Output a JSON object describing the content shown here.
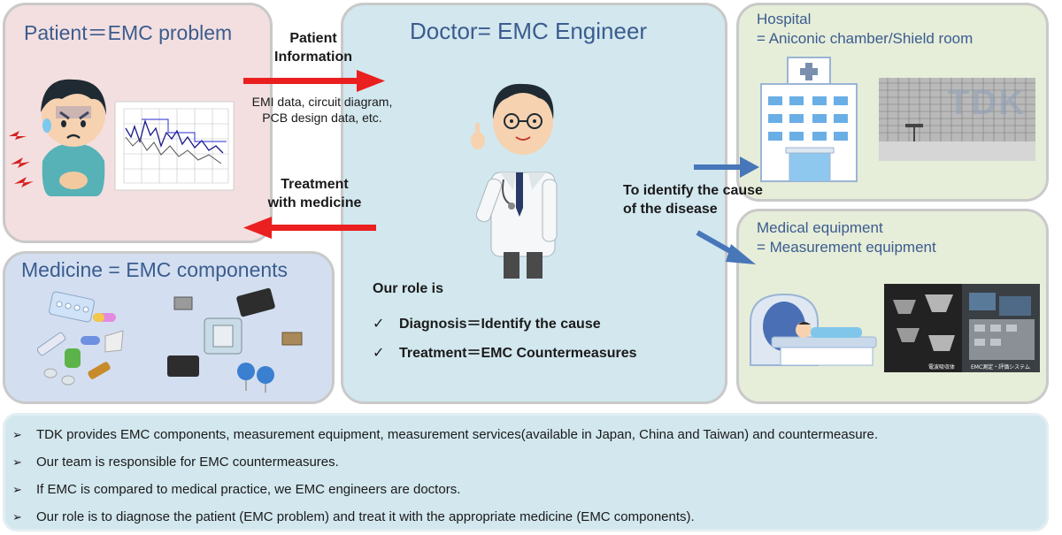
{
  "patient_panel": {
    "title": "Patient＝EMC problem"
  },
  "doctor_panel": {
    "title": "Doctor= EMC Engineer",
    "role_heading": "Our role is",
    "checklist": [
      {
        "mark": "✓",
        "text": "Diagnosis＝Identify the cause"
      },
      {
        "mark": "✓",
        "text": "Treatment＝EMC Countermeasures"
      }
    ]
  },
  "hospital_panel": {
    "title_line1": "Hospital",
    "title_line2": "= Aniconic chamber/Shield room",
    "chamber_logo": "TDK"
  },
  "medicine_panel": {
    "title": "Medicine = EMC components"
  },
  "equipment_panel": {
    "title_line1": "Medical equipment",
    "title_line2": "= Measurement equipment",
    "photo_caption_left": "電波吸収体",
    "photo_caption_right": "EMC測定・評価システム"
  },
  "flows": {
    "patient_info": {
      "line1": "Patient",
      "line2": "Information"
    },
    "emi_data": {
      "line1": "EMI data, circuit diagram,",
      "line2": "PCB design data, etc."
    },
    "treatment": {
      "line1": "Treatment",
      "line2": "with medicine"
    },
    "identify": {
      "line1": "To identify the cause",
      "line2": "of the disease"
    }
  },
  "notes": {
    "bullet": "➢",
    "items": [
      "TDK provides EMC components, measurement equipment, measurement services(available in Japan, China and Taiwan) and countermeasure.",
      "Our team is responsible for EMC countermeasures.",
      "If EMC is compared to medical practice, we EMC engineers are doctors.",
      "Our role is to diagnose the patient (EMC problem) and treat it with the appropriate medicine (EMC components)."
    ]
  },
  "colors": {
    "arrow_red": "#ea1f1f",
    "arrow_blue": "#4776b9",
    "title_blue": "#3b5c8f"
  }
}
